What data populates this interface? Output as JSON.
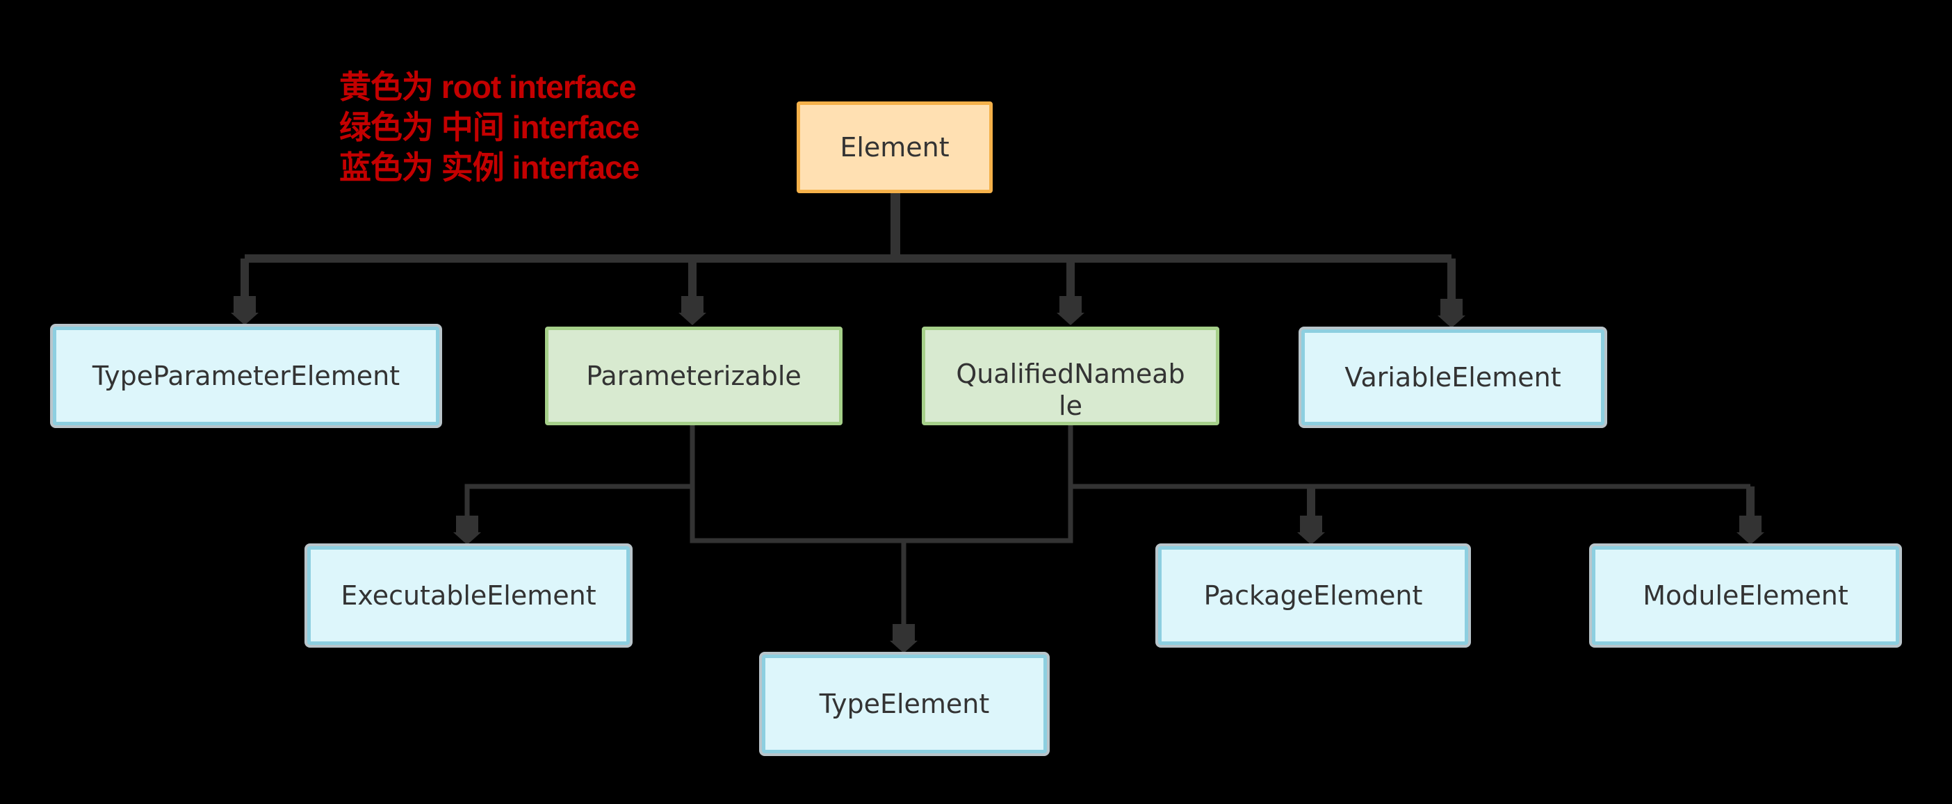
{
  "legend": {
    "line1": "黄色为 root interface",
    "line2": "绿色为 中间 interface",
    "line3": "蓝色为 实例 interface"
  },
  "colors": {
    "background": "#000000",
    "legend_text": "#c40000",
    "root_fill": "#ffe0b2",
    "root_border": "#f5b14a",
    "middle_fill": "#d8ead0",
    "middle_border": "#a6d08a",
    "instance_fill": "#ddf6fb",
    "instance_border": "#8dcfe0",
    "connector": "#333333"
  },
  "nodes": {
    "element": "Element",
    "type_parameter_element": "TypeParameterElement",
    "parameterizable": "Parameterizable",
    "qualified_nameable": "QualifiedNameable",
    "variable_element": "VariableElement",
    "executable_element": "ExecutableElement",
    "type_element": "TypeElement",
    "package_element": "PackageElement",
    "module_element": "ModuleElement"
  }
}
